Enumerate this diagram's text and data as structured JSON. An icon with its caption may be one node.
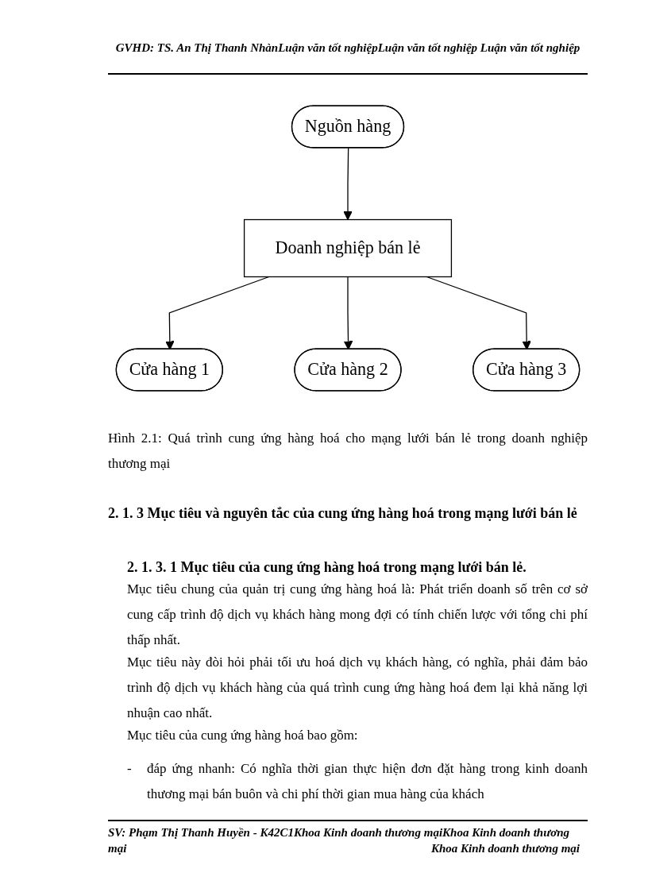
{
  "diagram": {
    "caption": "Hình 2.1: Quá trình cung ứng hàng hoá cho mạng lưới bán lẻ trong doanh nghiệp thương mại",
    "nodes": [
      {
        "text": [
          "Nguồn hàng"
        ]
      },
      {
        "text": [
          "Doanh nghiệp bán lẻ"
        ]
      },
      {
        "text": [
          "Cửa hàng 1"
        ]
      },
      {
        "text": [
          "Cửa hàng 2"
        ]
      },
      {
        "text": [
          "Cửa hàng 3"
        ]
      }
    ],
    "edges": [
      {
        "from": 0,
        "to": 1,
        "arrow": "to"
      },
      {
        "from": 1,
        "to": 2,
        "arrow": "to"
      },
      {
        "from": 1,
        "to": 3,
        "arrow": "to"
      },
      {
        "from": 1,
        "to": 4,
        "arrow": "to"
      }
    ],
    "labels": [
      "GVHD: TS. An Thị Thanh NhànLuận văn tốt nghiệpLuận văn tốt nghiệp Luận văn tốt nghiệp",
      "2. 1. 3 Mục tiêu và nguyên tắc của cung ứng hàng hoá trong mạng lưới bán lẻ",
      "2. 1. 3. 1 Mục tiêu của cung ứng hàng hoá trong mạng lưới bán lẻ.",
      "Mục tiêu chung của quản trị cung ứng hàng hoá là: Phát triển doanh số trên cơ sở cung cấp trình độ dịch vụ khách hàng mong đợi có tính chiến lược với tổng chi phí thấp nhất.",
      "Mục tiêu này đòi hỏi phải tối ưu hoá dịch vụ khách hàng, có nghĩa, phải đảm bảo trình độ dịch vụ khách hàng của quá trình cung ứng hàng hoá đem lại khả năng lợi nhuận cao nhất.",
      "Mục tiêu của cung ứng hàng hoá bao gồm:",
      "-",
      "đáp ứng nhanh: Có nghĩa thời gian thực hiện đơn đặt hàng trong kinh doanh thương mại bán buôn và chi phí thời gian mua hàng của khách",
      "SV: Phạm Thị Thanh Huyền - K42C1Khoa Kinh doanh thương mạiKhoa Kinh doanh thương mại",
      "Khoa Kinh doanh thương mại"
    ]
  }
}
